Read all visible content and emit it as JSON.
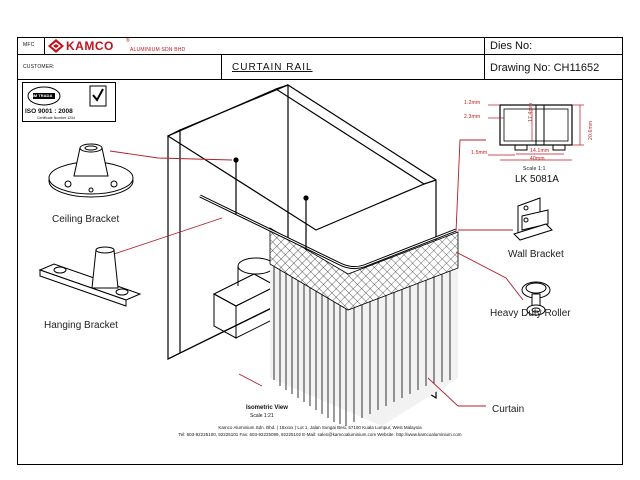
{
  "header": {
    "mfg_label": "MFC",
    "brand": "KAMCO",
    "brand_sub": "ALUMINIUM SDN BHD",
    "dies_label": "Dies No:",
    "customer_label": "CUSTOMER:",
    "title": "CURTAIN RAIL",
    "drawing_no": "Drawing No: CH11652"
  },
  "certification": {
    "badge": "BM TRADA",
    "iso": "ISO 9001 : 2008",
    "cert_no": "Certificate Number 1234"
  },
  "profile": {
    "code": "LK 5081A",
    "scale": "Scale 1:1",
    "dims": {
      "d1": "1.2mm",
      "d2": "2.3mm",
      "d3": "1.5mm",
      "d4": "17.4mm",
      "d5": "14.1mm",
      "d6": "40mm",
      "d7": "20.6mm"
    }
  },
  "labels": {
    "ceiling_bracket": "Ceiling Bracket",
    "hanging_bracket": "Hanging Bracket",
    "wall_bracket": "Wall Bracket",
    "heavy_duty_roller": "Heavy Duty Roller",
    "curtain": "Curtain",
    "isometric_view": "Isometric View",
    "isometric_scale": "Scale 1:21"
  },
  "footer": {
    "line1": "Kamco Aluminium Sdn. Bhd. ( 18xxxx ) Lot 1, Jalan Sungai Besi, 57100 Kuala Lumpur, West Malaysia",
    "line2": "Tel: 603-92225100, 92225101 Fax: 603-92225099, 92225102 E-Mail: sales@kamcoaluminium.com Website: http://www.kamcoaluminium.com"
  },
  "colors": {
    "brand_red": "#c0141c",
    "leader_red": "#b2202a",
    "dim_red": "#c0141c",
    "line": "#000000"
  }
}
